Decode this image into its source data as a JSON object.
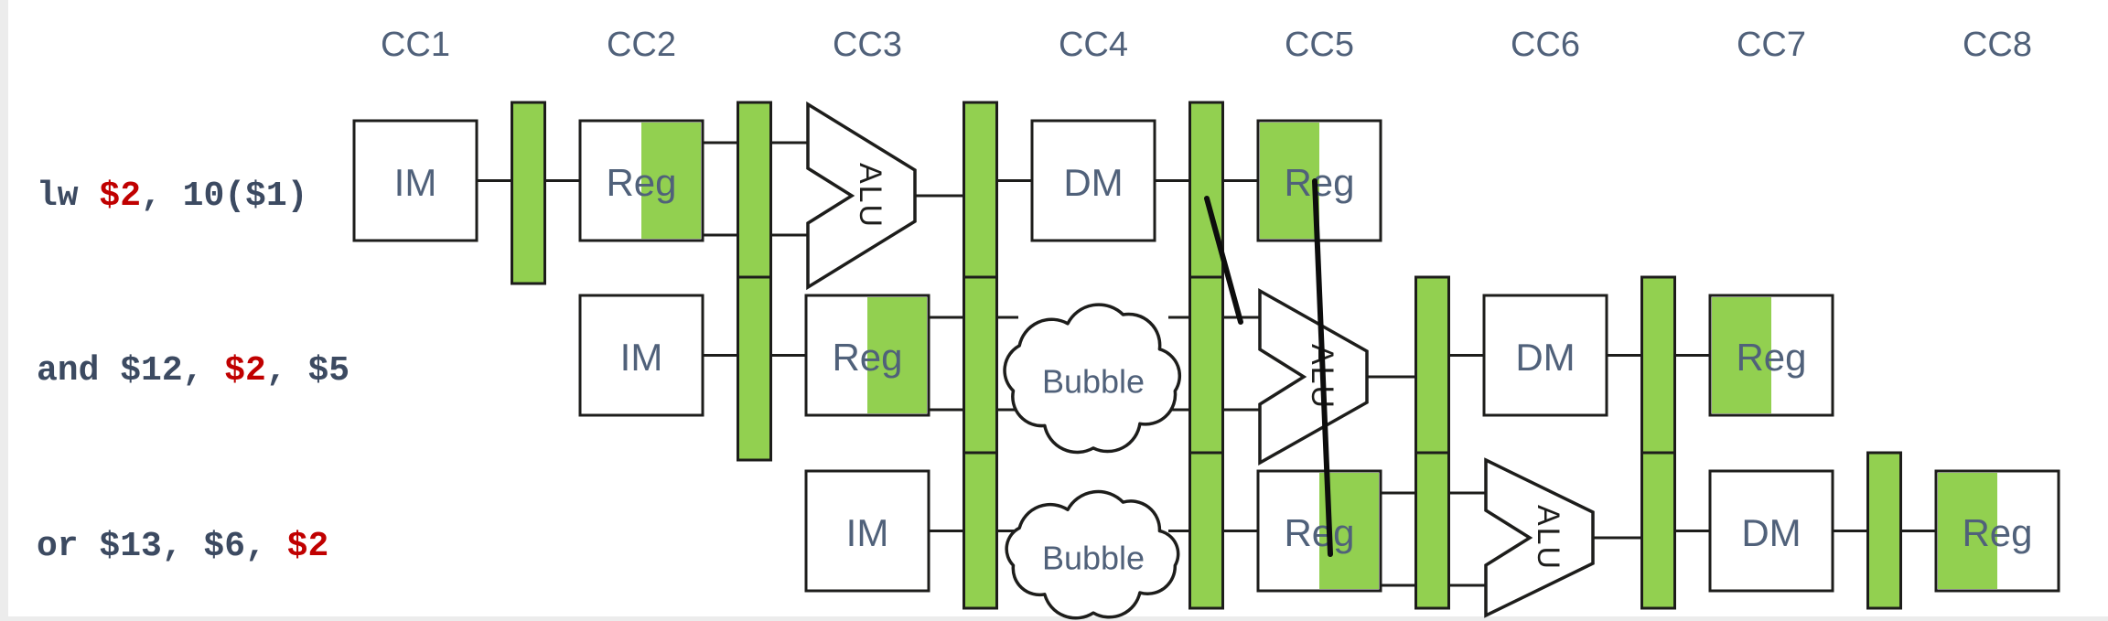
{
  "diagram_kind": "pipeline-stall-diagram",
  "colors": {
    "green": "#92d050",
    "outline": "#1d1d1b",
    "wire": "#1d1d1b",
    "unit_label": "#50617a",
    "cc_label": "#50617a",
    "instruction_text": "#3c4a61",
    "register_highlight": "#c00000",
    "forward_line": "#0d0d0d",
    "slide_edge": "#ececec"
  },
  "clock_cycles": [
    "CC1",
    "CC2",
    "CC3",
    "CC4",
    "CC5",
    "CC6",
    "CC7",
    "CC8"
  ],
  "rows": [
    {
      "id": "lw",
      "instruction": [
        {
          "text": "lw ",
          "highlight": false
        },
        {
          "text": "$2",
          "highlight": true
        },
        {
          "text": ", 10($1)",
          "highlight": false
        }
      ],
      "stages": [
        {
          "type": "unit",
          "label": "IM",
          "col": 1,
          "shade": "none",
          "link_out": "single"
        },
        {
          "type": "unit",
          "label": "Reg",
          "col": 2,
          "shade": "right",
          "link_out": "double"
        },
        {
          "type": "alu",
          "label": "ALU",
          "col": 3,
          "shade": "none",
          "link_out": "single"
        },
        {
          "type": "unit",
          "label": "DM",
          "col": 4,
          "shade": "none",
          "link_out": "single"
        },
        {
          "type": "unit",
          "label": "Reg",
          "col": 5,
          "shade": "left",
          "link_out": "none"
        }
      ]
    },
    {
      "id": "and",
      "instruction": [
        {
          "text": "and $12, ",
          "highlight": false
        },
        {
          "text": "$2",
          "highlight": true
        },
        {
          "text": ", $5",
          "highlight": false
        }
      ],
      "stages": [
        {
          "type": "unit",
          "label": "IM",
          "col": 2,
          "shade": "none",
          "link_out": "single"
        },
        {
          "type": "unit",
          "label": "Reg",
          "col": 3,
          "shade": "right",
          "link_out": "double"
        },
        {
          "type": "bubble",
          "label": "Bubble",
          "col": 4,
          "shade": "none",
          "link_out": "double"
        },
        {
          "type": "alu",
          "label": "ALU",
          "col": 5,
          "shade": "none",
          "link_out": "single"
        },
        {
          "type": "unit",
          "label": "DM",
          "col": 6,
          "shade": "none",
          "link_out": "single"
        },
        {
          "type": "unit",
          "label": "Reg",
          "col": 7,
          "shade": "left",
          "link_out": "none"
        }
      ]
    },
    {
      "id": "or",
      "instruction": [
        {
          "text": "or $13, $6, ",
          "highlight": false
        },
        {
          "text": "$2",
          "highlight": true
        }
      ],
      "stages": [
        {
          "type": "unit",
          "label": "IM",
          "col": 3,
          "shade": "none",
          "link_out": "single"
        },
        {
          "type": "bubble",
          "label": "Bubble",
          "col": 4,
          "shade": "none",
          "link_out": "single"
        },
        {
          "type": "unit",
          "label": "Reg",
          "col": 5,
          "shade": "right",
          "link_out": "double"
        },
        {
          "type": "alu",
          "label": "ALU",
          "col": 6,
          "shade": "none",
          "link_out": "single"
        },
        {
          "type": "unit",
          "label": "DM",
          "col": 7,
          "shade": "none",
          "link_out": "single"
        },
        {
          "type": "unit",
          "label": "Reg",
          "col": 8,
          "shade": "left",
          "link_out": "none"
        }
      ]
    }
  ],
  "forwarding": [
    {
      "id": "lw-memwb-to-and-alu",
      "from": "lw MEM/WB pipeline register at CC4/CC5",
      "to": "and ALU input at CC5"
    },
    {
      "id": "lw-regwrite-to-or-reg",
      "from": "lw register write at CC5",
      "to": "or register read at CC5"
    }
  ]
}
